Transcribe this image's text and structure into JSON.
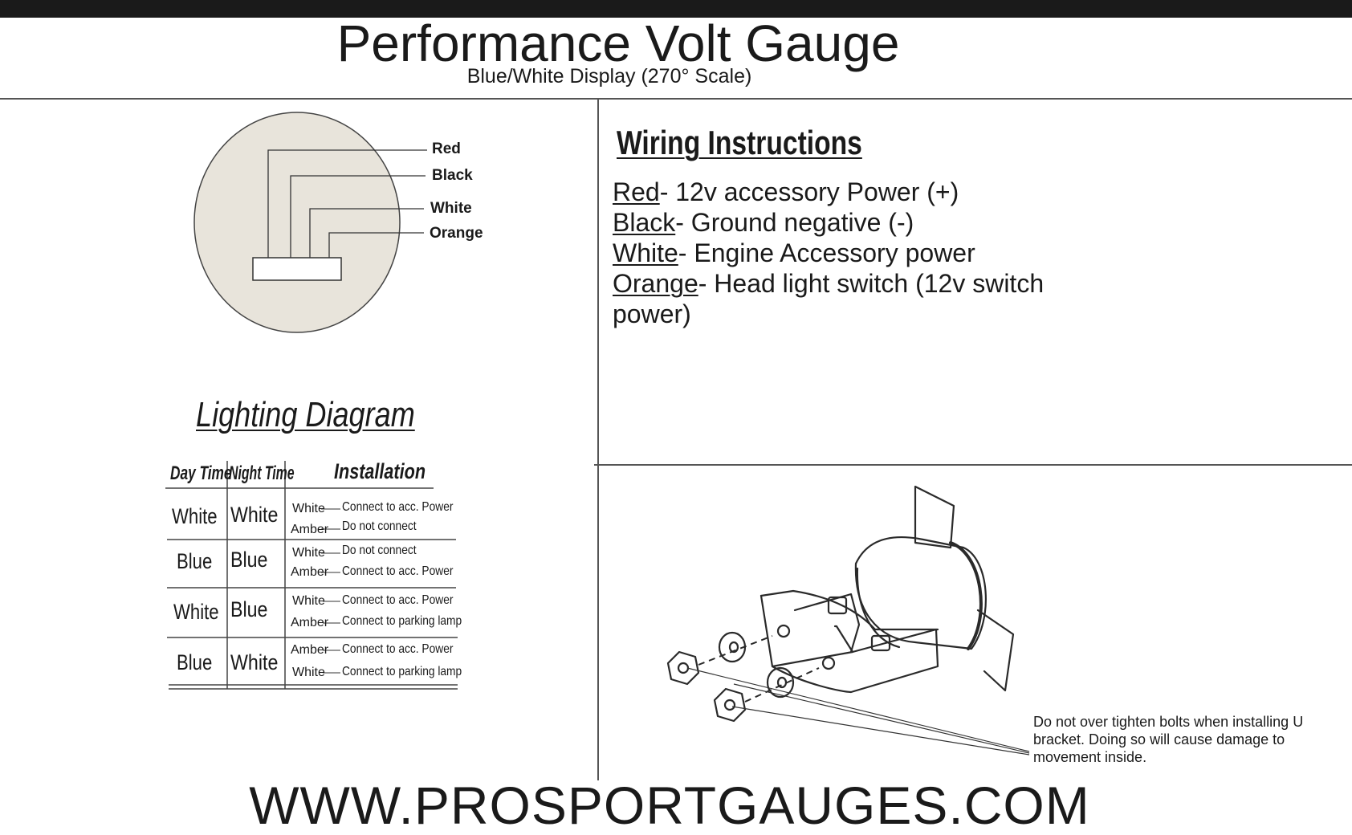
{
  "header": {
    "title": "Performance Volt Gauge",
    "subtitle": "Blue/White Display (270° Scale)"
  },
  "gauge_wires": {
    "labels": [
      "Red",
      "Black",
      "White",
      "Orange"
    ]
  },
  "wiring": {
    "heading": "Wiring Instructions",
    "lines": [
      {
        "color": "Red",
        "text": "- 12v accessory Power (+)"
      },
      {
        "color": "Black",
        "text": "- Ground negative (-)"
      },
      {
        "color": "White",
        "text": "- Engine Accessory power"
      },
      {
        "color": "Orange",
        "text": "- Head light switch (12v switch"
      }
    ],
    "continuation": "power)"
  },
  "lighting": {
    "heading": "Lighting Diagram",
    "columns": [
      "Day Time",
      "Night Time",
      "Installation"
    ],
    "rows": [
      {
        "day": "White",
        "night": "White",
        "install": [
          {
            "wire": "White",
            "action": "Connect to acc. Power"
          },
          {
            "wire": "Amber",
            "action": "Do not connect"
          }
        ]
      },
      {
        "day": "Blue",
        "night": "Blue",
        "install": [
          {
            "wire": "White",
            "action": "Do not connect"
          },
          {
            "wire": "Amber",
            "action": "Connect to  acc. Power"
          }
        ]
      },
      {
        "day": "White",
        "night": "Blue",
        "install": [
          {
            "wire": "White",
            "action": "Connect to acc. Power"
          },
          {
            "wire": "Amber",
            "action": "Connect to parking lamp"
          }
        ]
      },
      {
        "day": "Blue",
        "night": "White",
        "install": [
          {
            "wire": "Amber",
            "action": "Connect to acc. Power"
          },
          {
            "wire": "White",
            "action": "Connect to parking lamp"
          }
        ]
      }
    ]
  },
  "bracket": {
    "note": "Do not over tighten bolts when installing U bracket. Doing so will cause damage to movement inside."
  },
  "footer": {
    "url": "WWW.PROSPORTGAUGES.COM"
  },
  "colors": {
    "gauge_face": "#e8e4db",
    "ink": "#1a1a1a"
  }
}
